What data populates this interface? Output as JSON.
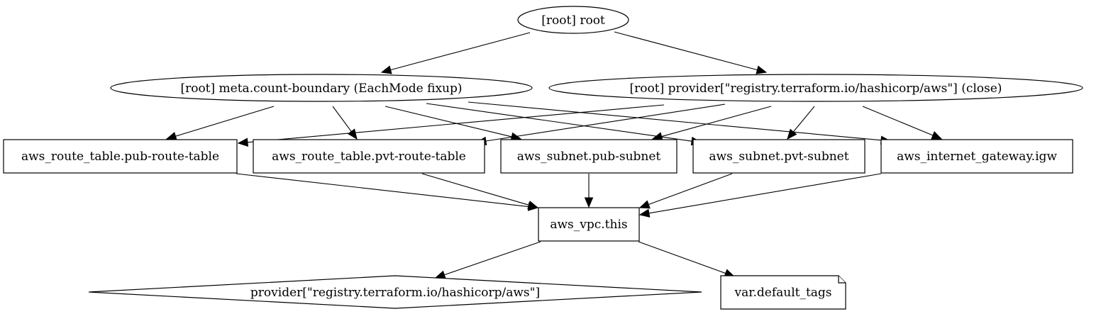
{
  "graph": {
    "nodes": {
      "root": {
        "label": "[root] root",
        "shape": "ellipse"
      },
      "count_boundary": {
        "label": "[root] meta.count-boundary (EachMode fixup)",
        "shape": "ellipse"
      },
      "provider_close": {
        "label": "[root] provider[\"registry.terraform.io/hashicorp/aws\"] (close)",
        "shape": "ellipse"
      },
      "pub_route_table": {
        "label": "aws_route_table.pub-route-table",
        "shape": "box"
      },
      "pvt_route_table": {
        "label": "aws_route_table.pvt-route-table",
        "shape": "box"
      },
      "pub_subnet": {
        "label": "aws_subnet.pub-subnet",
        "shape": "box"
      },
      "pvt_subnet": {
        "label": "aws_subnet.pvt-subnet",
        "shape": "box"
      },
      "igw": {
        "label": "aws_internet_gateway.igw",
        "shape": "box"
      },
      "vpc": {
        "label": "aws_vpc.this",
        "shape": "box"
      },
      "provider": {
        "label": "provider[\"registry.terraform.io/hashicorp/aws\"]",
        "shape": "diamond"
      },
      "default_tags": {
        "label": "var.default_tags",
        "shape": "note"
      }
    },
    "edges": [
      [
        "root",
        "count_boundary"
      ],
      [
        "root",
        "provider_close"
      ],
      [
        "count_boundary",
        "pub_route_table"
      ],
      [
        "count_boundary",
        "pvt_route_table"
      ],
      [
        "count_boundary",
        "pub_subnet"
      ],
      [
        "count_boundary",
        "pvt_subnet"
      ],
      [
        "count_boundary",
        "igw"
      ],
      [
        "provider_close",
        "pub_route_table"
      ],
      [
        "provider_close",
        "pvt_route_table"
      ],
      [
        "provider_close",
        "pub_subnet"
      ],
      [
        "provider_close",
        "pvt_subnet"
      ],
      [
        "provider_close",
        "igw"
      ],
      [
        "pub_route_table",
        "vpc"
      ],
      [
        "pvt_route_table",
        "vpc"
      ],
      [
        "pub_subnet",
        "vpc"
      ],
      [
        "pvt_subnet",
        "vpc"
      ],
      [
        "igw",
        "vpc"
      ],
      [
        "vpc",
        "provider"
      ],
      [
        "vpc",
        "default_tags"
      ]
    ]
  }
}
